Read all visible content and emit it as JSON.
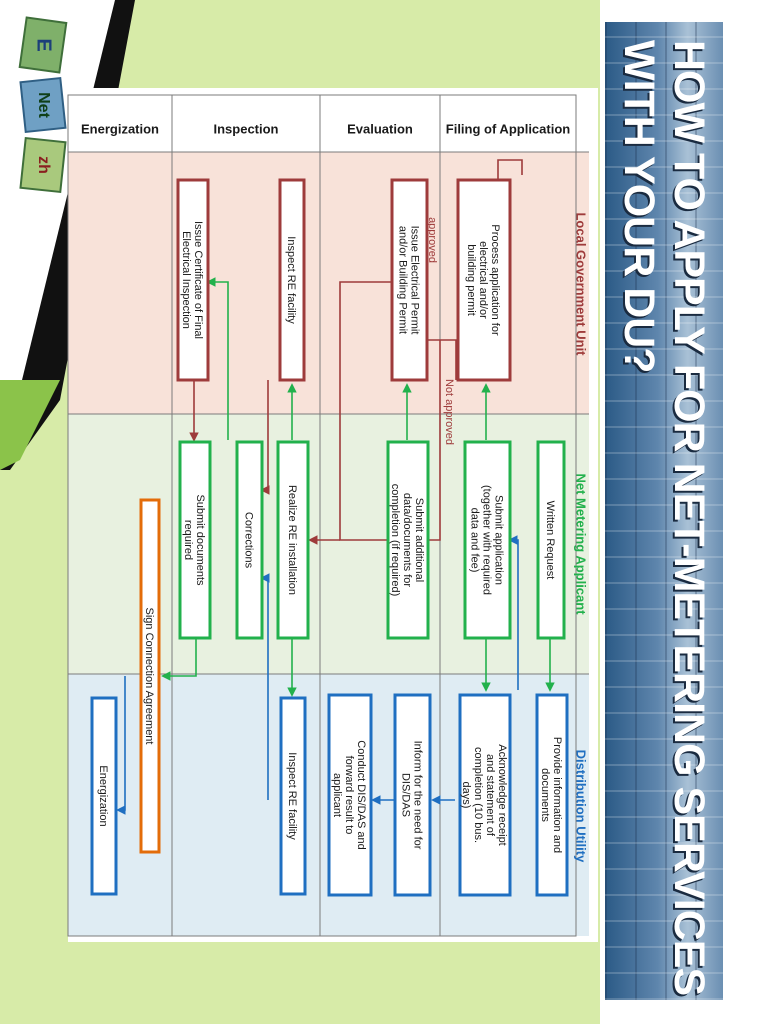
{
  "title_lines": [
    "HOW TO APPLY FOR NET-METERING SERVICES",
    "WITH YOUR DU?"
  ],
  "logo_text": [
    "E",
    "Net",
    "zh"
  ],
  "lanes": [
    "Local Government Unit",
    "Net Metering Applicant",
    "Distribution Utility"
  ],
  "phases": [
    "Filing of Application",
    "Evaluation",
    "Inspection",
    "Energization"
  ],
  "boxes": {
    "lgu_process": [
      "Process application for",
      "electrical and/or",
      "building permit"
    ],
    "lgu_permit": [
      "Issue Electrical Permit",
      "and/or Building Permit"
    ],
    "lgu_inspect": [
      "Inspect RE facility"
    ],
    "lgu_certificate": [
      "Issue Certificate of Final",
      "Electrical Inspection"
    ],
    "app_written": [
      "Written Request"
    ],
    "app_submit": [
      "Submit application",
      "(together with required",
      "data and fee)"
    ],
    "app_additional": [
      "Submit additional",
      "data/documents for",
      "completion (if required)"
    ],
    "app_realize": [
      "Realize RE installation"
    ],
    "app_corrections": [
      "Corrections"
    ],
    "app_documents": [
      "Submit documents",
      "required"
    ],
    "app_sign": [
      "Sign Connection Agreement"
    ],
    "du_provide": [
      "Provide information and",
      "documents"
    ],
    "du_acknowledge": [
      "Acknowledge receipt",
      "and statement of",
      "completion (10 bus.",
      "days)"
    ],
    "du_inform": [
      "Inform for the need for",
      "DIS/DAS"
    ],
    "du_conduct": [
      "Conduct DIS/DAS and",
      "forward result to",
      "applicant"
    ],
    "du_inspect": [
      "Inspect RE facility"
    ],
    "du_energization": [
      "Energization"
    ]
  },
  "flow_labels": {
    "approved": "approved",
    "not_approved": "Not approved"
  },
  "colors": {
    "lgu": "#9e3b3b",
    "applicant": "#22b14c",
    "du": "#1f6fc1",
    "sign": "#e36c0a",
    "lgu_bg": "#f8e2d9",
    "applicant_bg": "#e8f1e0",
    "du_bg": "#dfecf3",
    "page_bg": "#d7eba8"
  }
}
